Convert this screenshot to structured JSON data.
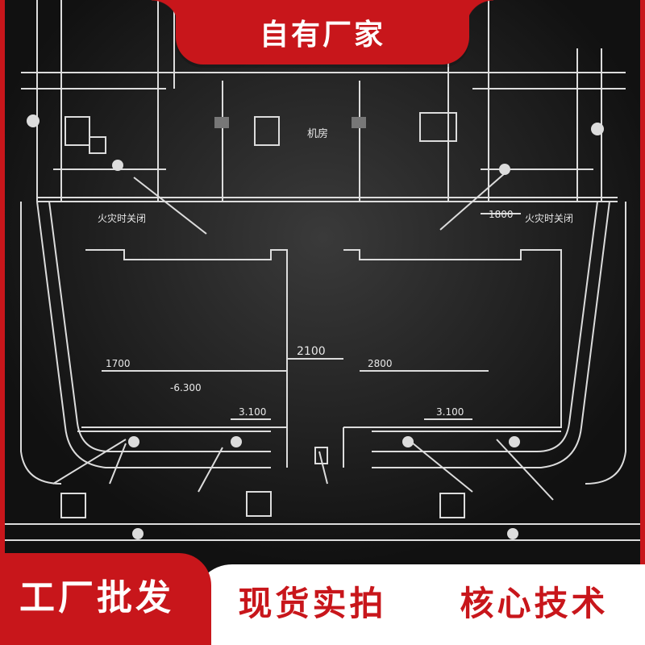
{
  "banner": {
    "top_title": "自有厂家",
    "bottom_left": "工厂批发",
    "bottom_middle": "现货实拍",
    "bottom_right": "核心技术"
  },
  "drawing": {
    "labels": {
      "mid_dim": "2100",
      "left_dim_a": "1700",
      "right_dim_a": "2800",
      "elev": "-6.300",
      "elev_a": "3.100",
      "elev_b": "3.100",
      "room_center": "机房",
      "left_door": "火灾时关闭",
      "right_door": "火灾时关闭",
      "small_dim": "1800"
    }
  },
  "colors": {
    "brand_red": "#c8161b",
    "drawing_bg": "#121212",
    "line": "#e0e0e0",
    "white": "#ffffff"
  }
}
